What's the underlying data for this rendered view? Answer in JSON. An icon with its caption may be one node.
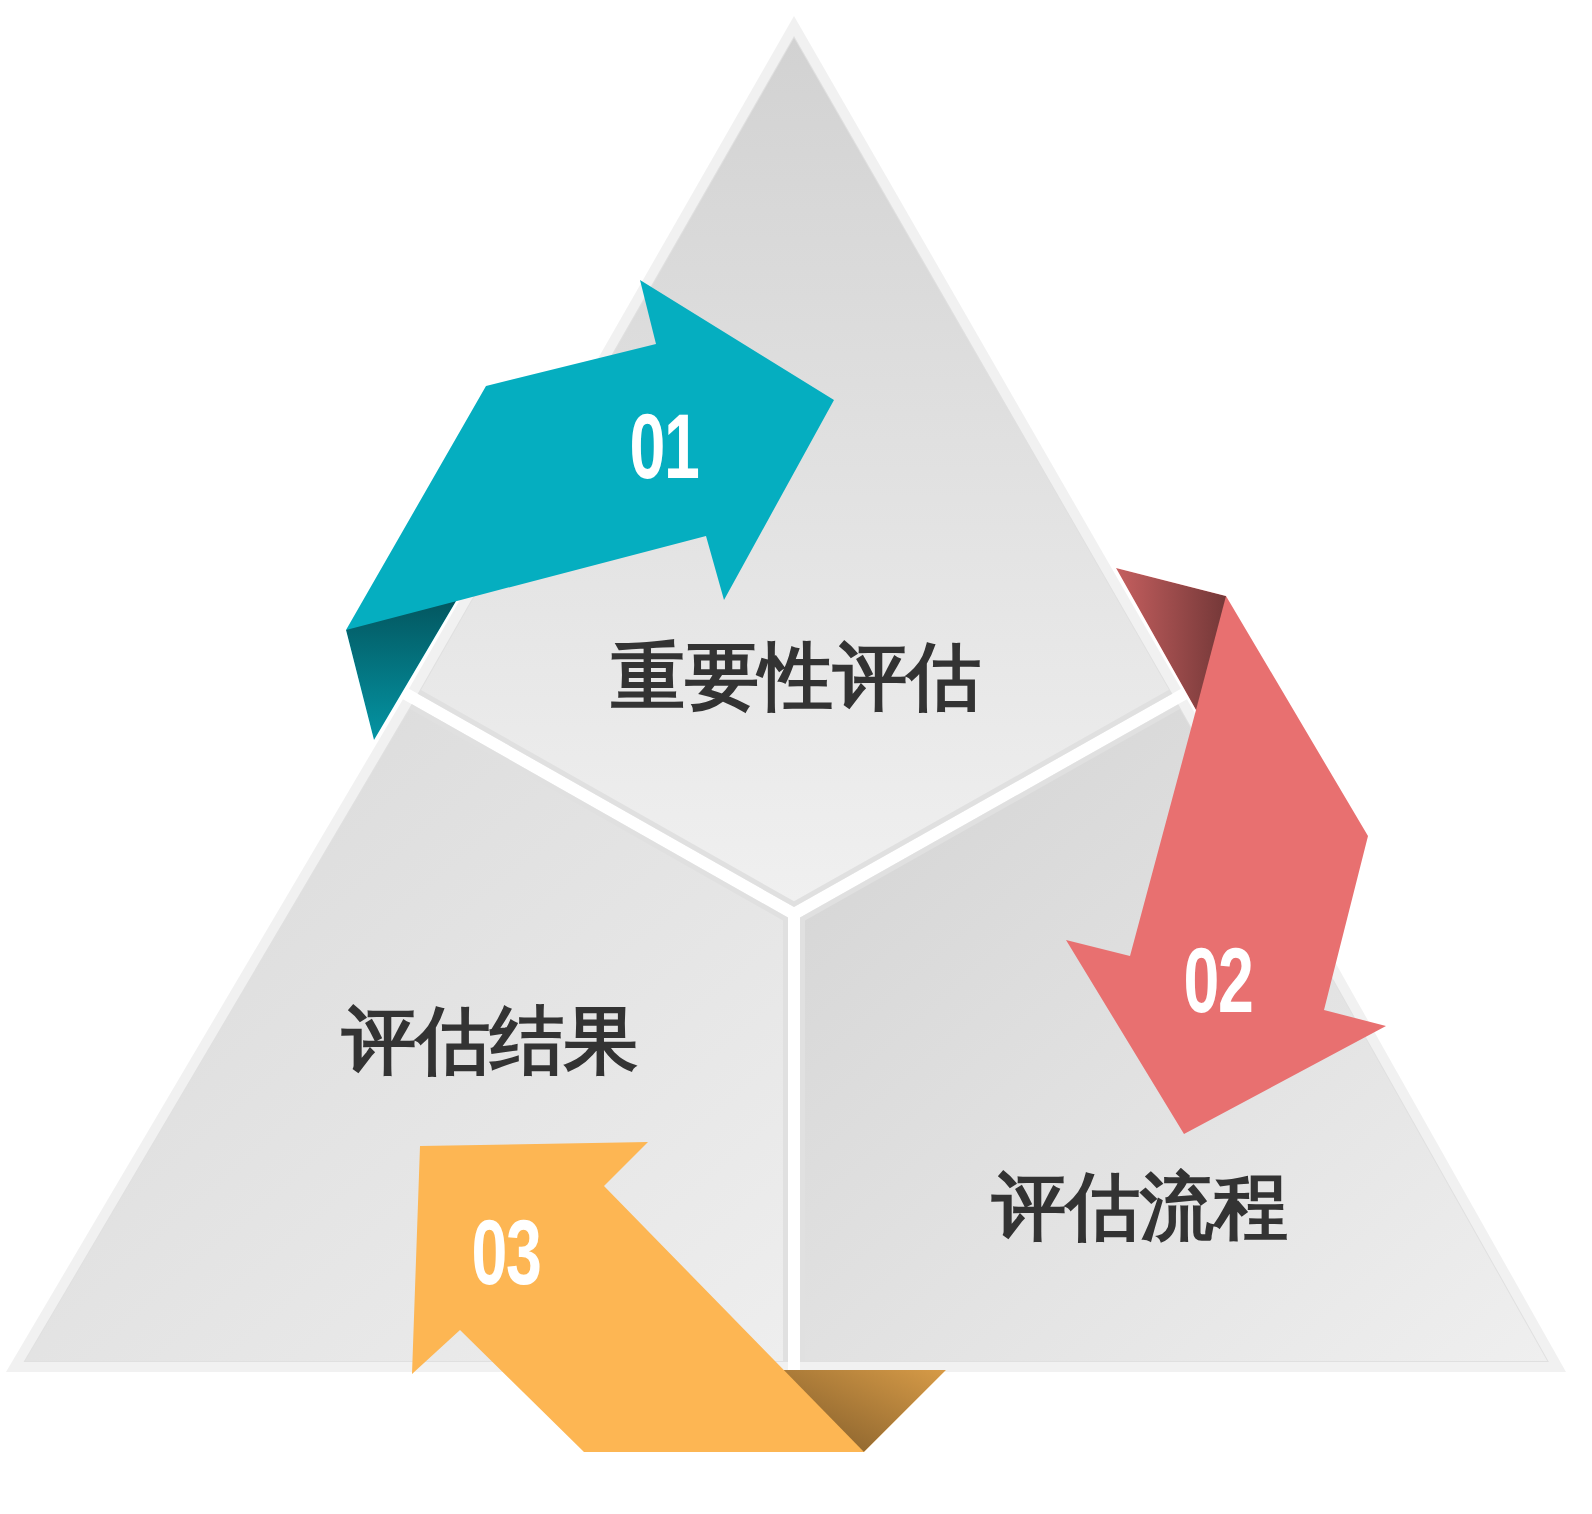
{
  "diagram": {
    "nodes": [
      {
        "text": [
          "重要性评估"
        ]
      },
      {
        "text": [
          "评估结果"
        ]
      },
      {
        "text": [
          "评估流程"
        ]
      }
    ],
    "edges": [
      {
        "from": 1,
        "to": 0,
        "arrow": "to",
        "label": "01",
        "color": "#05aec0"
      },
      {
        "from": 0,
        "to": 2,
        "arrow": "to",
        "label": "02",
        "color": "#e87070"
      },
      {
        "from": 2,
        "to": 1,
        "arrow": "to",
        "label": "03",
        "color": "#fdb653"
      }
    ]
  }
}
